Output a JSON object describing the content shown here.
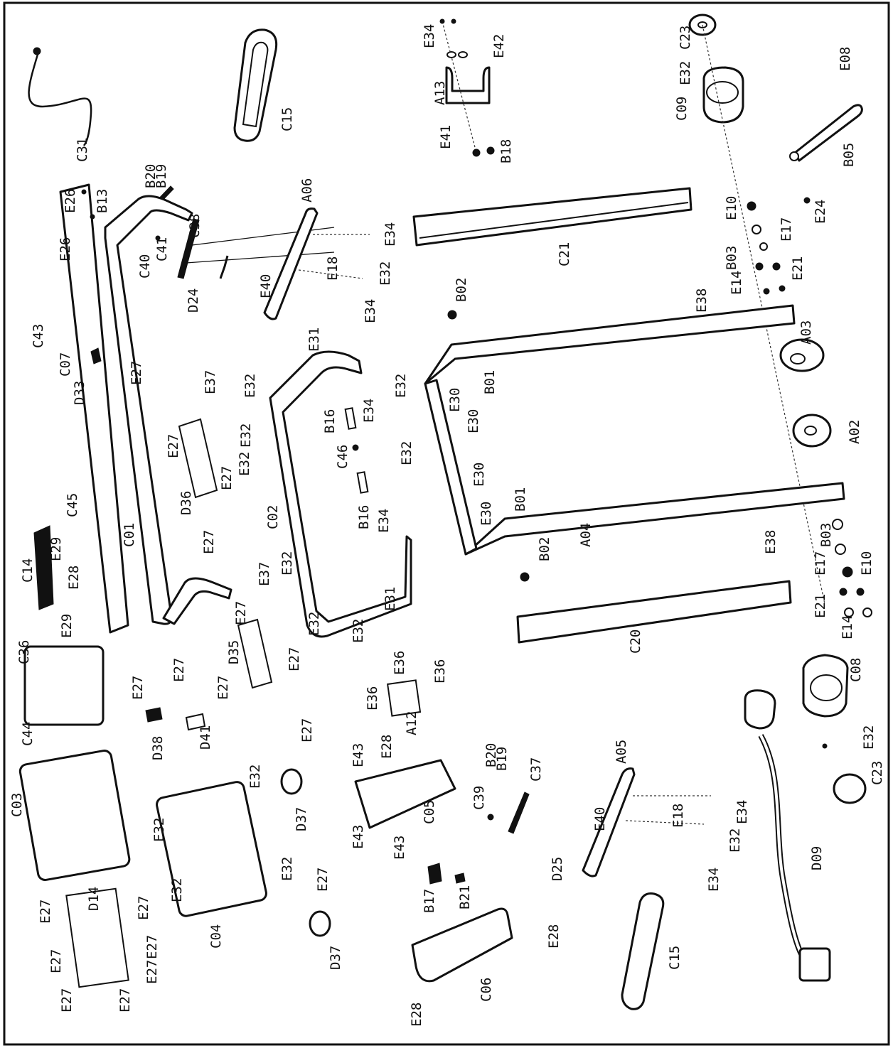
{
  "labels": {
    "C31": "C31",
    "C15a": "C15",
    "A13": "A13",
    "E34a": "E34",
    "E42": "E42",
    "E41": "E41",
    "B18": "B18",
    "C23a": "C23",
    "E32a": "E32",
    "C09": "C09",
    "E08": "E08",
    "B05": "B05",
    "B20a": "B20",
    "B19a": "B19",
    "E26a": "E26",
    "E26b": "E26",
    "B13": "B13",
    "C40": "C40",
    "C41": "C41",
    "C38": "C38",
    "D24": "D24",
    "E40a": "E40",
    "E18a": "E18",
    "A06": "A06",
    "E34b": "E34",
    "E34c": "E34",
    "E32b": "E32",
    "C21": "C21",
    "E10a": "E10",
    "E17a": "E17",
    "B03a": "B03",
    "E14a": "E14",
    "E21a": "E21",
    "E24": "E24",
    "C43": "C43",
    "C07": "C07",
    "D33": "D33",
    "E27a": "E27",
    "E38a": "E38",
    "B02a": "B02",
    "A03": "A03",
    "E31a": "E31",
    "E32c": "E32",
    "E32d": "E32",
    "E32e": "E32",
    "B16a": "B16",
    "E34d": "E34",
    "C46": "C46",
    "C02": "C02",
    "B16b": "B16",
    "E34e": "E34",
    "E32f": "E32",
    "E31b": "E31",
    "E32g": "E32",
    "E32h": "E32",
    "E37a": "E37",
    "E37b": "E37",
    "C45": "C45",
    "C01": "C01",
    "D36": "D36",
    "E27b": "E27",
    "E27c": "E27",
    "E27d": "E27",
    "C14": "C14",
    "E29a": "E29",
    "E28a": "E28",
    "E29b": "E29",
    "E32i": "E32",
    "E30a": "E30",
    "E30b": "E30",
    "B01a": "B01",
    "E32j": "E32",
    "E30c": "E30",
    "E30d": "E30",
    "B01b": "B01",
    "A04": "A04",
    "A02": "A02",
    "E38b": "E38",
    "B03b": "B03",
    "E17b": "E17",
    "E10b": "E10",
    "E21b": "E21",
    "E14b": "E14",
    "B02b": "B02",
    "C20": "C20",
    "C36": "C36",
    "C44": "C44",
    "D35": "D35",
    "E27e": "E27",
    "E27f": "E27",
    "E27g": "E27",
    "E27h": "E27",
    "E27i": "E27",
    "D38": "D38",
    "D41": "D41",
    "E36a": "E36",
    "E36b": "E36",
    "E36c": "E36",
    "A12": "A12",
    "E43a": "E43",
    "E28b": "E28",
    "C05": "C05",
    "E43b": "E43",
    "E43c": "E43",
    "C08": "C08",
    "E32k": "E32",
    "C23b": "C23",
    "D09": "D09",
    "A05": "A05",
    "B20b": "B20",
    "B19b": "B19",
    "C37": "C37",
    "C39": "C39",
    "E40b": "E40",
    "E18b": "E18",
    "E34f": "E34",
    "E32l": "E32",
    "E34g": "E34",
    "D25": "D25",
    "C03": "C03",
    "E32m": "E32",
    "C04": "C04",
    "E32n": "E32",
    "E32o": "E32",
    "E32p": "E32",
    "D37a": "D37",
    "E27j": "E27",
    "D37b": "D37",
    "E27k": "E27",
    "D14": "D14",
    "E27l": "E27",
    "E27m": "E27",
    "E27n": "E27",
    "E27o": "E27",
    "E27p": "E27",
    "E27q": "E27",
    "E27r": "E27",
    "B17": "B17",
    "B21": "B21",
    "C06": "C06",
    "E28c": "E28",
    "E28d": "E28",
    "C15b": "C15"
  }
}
